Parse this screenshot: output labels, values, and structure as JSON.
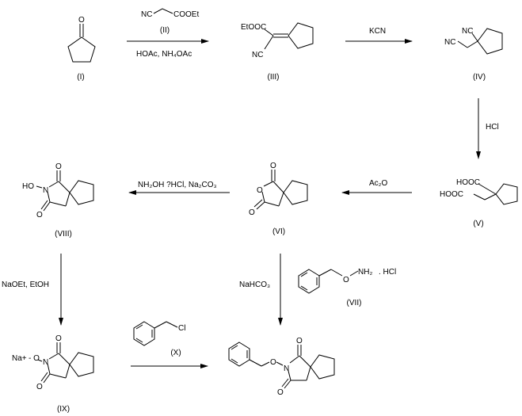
{
  "compounds": {
    "I": {
      "label": "(I)",
      "atoms": [
        "O"
      ]
    },
    "II": {
      "label": "(II)",
      "formula_left": "NC",
      "formula_right": "COOEt"
    },
    "III": {
      "label": "(III)",
      "group1": "EtOOC",
      "group2": "NC"
    },
    "IV": {
      "label": "(IV)",
      "group1": "NC",
      "group2": "NC"
    },
    "V": {
      "label": "(V)",
      "group1": "HOOC",
      "group2": "HOOC"
    },
    "VI": {
      "label": "(VI)",
      "atoms": [
        "O",
        "O",
        "O"
      ]
    },
    "VII": {
      "label": "(VII)",
      "o": "O",
      "nh2": "NH₂",
      "salt": ". HCl"
    },
    "VIII": {
      "label": "(VIII)",
      "ho": "HO",
      "n": "N",
      "atoms": [
        "O",
        "O"
      ]
    },
    "IX": {
      "label": "(IX)",
      "counterion": "Na+",
      "o": "- O",
      "n": "N",
      "atoms": [
        "O",
        "O"
      ]
    },
    "X": {
      "label": "(X)",
      "cl": "Cl"
    },
    "product": {
      "o": "O",
      "n": "N",
      "atoms": [
        "O",
        "O"
      ]
    }
  },
  "reactions": {
    "r1": {
      "below": "HOAc, NH₄OAc"
    },
    "r2": {
      "above": "KCN"
    },
    "r3": {
      "side": "HCl"
    },
    "r4": {
      "above": "Ac₂O"
    },
    "r5": {
      "above": "NH₂OH ?HCl, Na₂CO₃"
    },
    "r6": {
      "side": "NaOEt, EtOH"
    },
    "r7": {
      "side": "NaHCO₃"
    }
  }
}
